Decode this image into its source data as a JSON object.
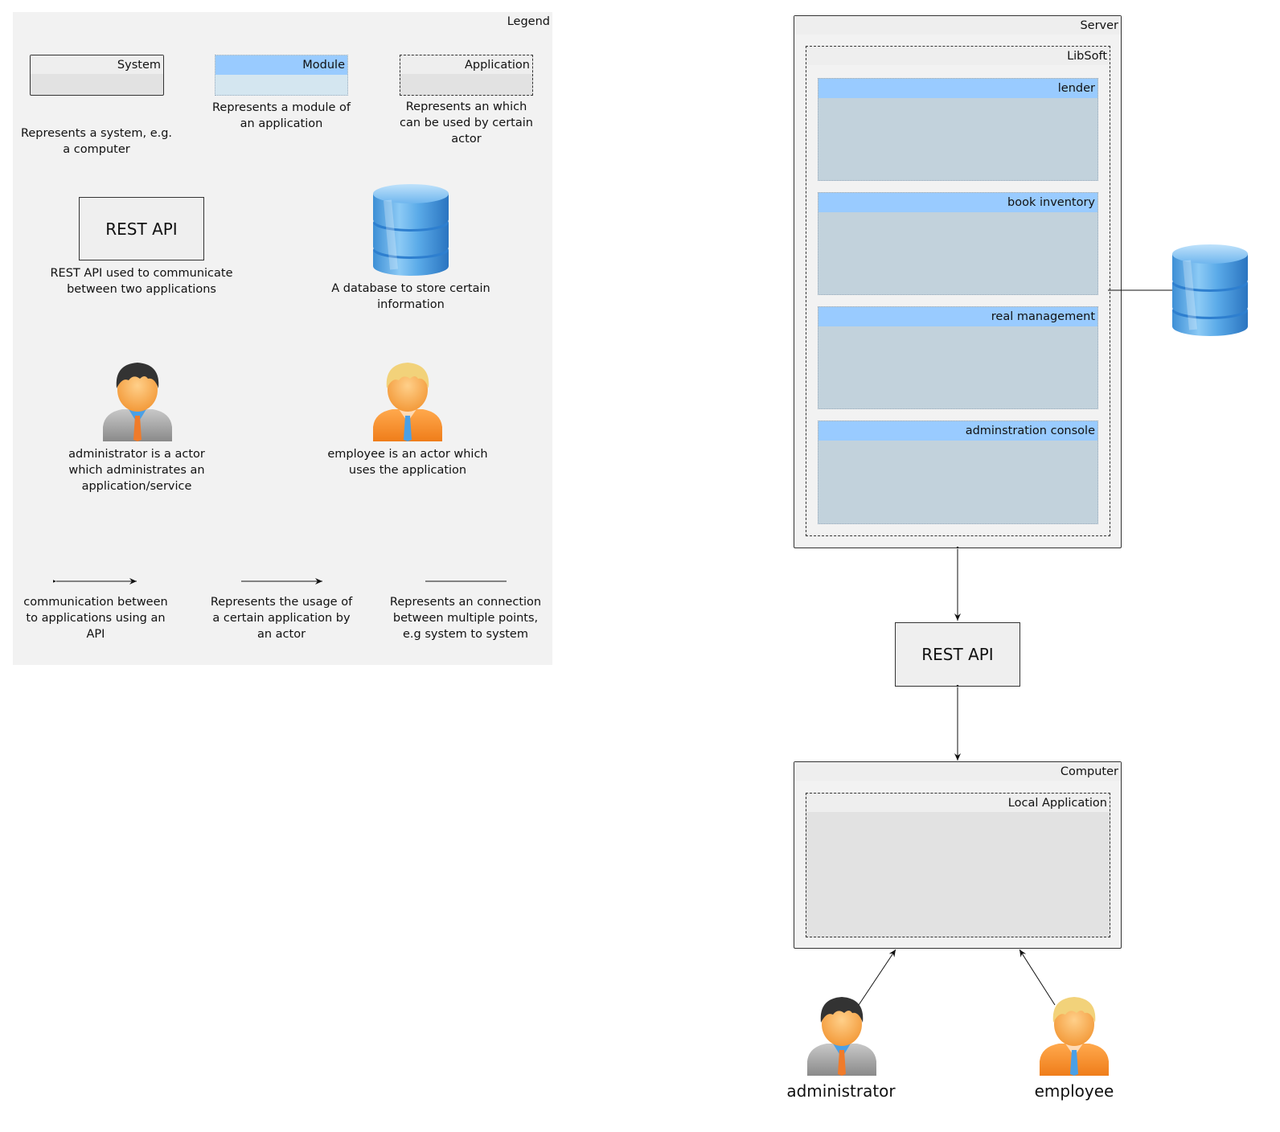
{
  "legend": {
    "title": "Legend",
    "system_label": "System",
    "module_label": "Module",
    "application_label": "Application",
    "system_desc": "Represents a system, e.g. a computer",
    "module_desc": "Represents a module of an application",
    "application_desc": "Represents an which can be used by certain actor",
    "rest_api_label": "REST API",
    "rest_api_desc": "REST API used to communicate between two applications",
    "database_desc": "A database to store certain information",
    "administrator_desc": "administrator is a actor which administrates an application/service",
    "employee_desc": "employee is an actor which uses the application",
    "bidirectional_desc": "communication between to applications using an API",
    "arrow_desc": "Represents the usage of a certain application by an actor",
    "line_desc": "Represents an connection between multiple points, e.g system to system"
  },
  "diagram": {
    "server_label": "Server",
    "libsoft_label": "LibSoft",
    "modules": [
      "lender",
      "book inventory",
      "real management",
      "adminstration console"
    ],
    "rest_api_label": "REST API",
    "computer_label": "Computer",
    "local_app_label": "Local Application",
    "administrator_label": "administrator",
    "employee_label": "employee"
  },
  "colors": {
    "module_header": "#99cbff",
    "module_body": "#c2d2dc",
    "legend_bg": "#f2f2f2",
    "system_body": "#e2e2e2"
  }
}
